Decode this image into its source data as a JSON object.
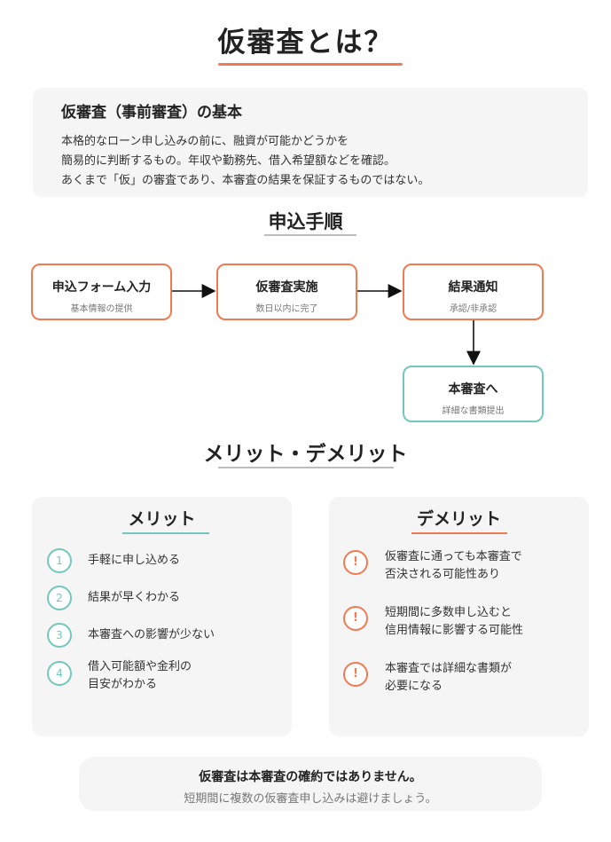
{
  "title": "仮審査とは？",
  "basics": {
    "heading": "仮審査（事前審査）の基本",
    "lines": [
      "本格的なローン申し込みの前に、融資が可能かどうかを",
      "簡易的に判断するもの。年収や勤務先、借入希望額などを確認。",
      "あくまで「仮」の審査であり、本審査の結果を保証するものではない。"
    ]
  },
  "procedure": {
    "heading": "申込手順",
    "steps": [
      {
        "label": "申込フォーム入力",
        "sub": "基本情報の提供"
      },
      {
        "label": "仮審査実施",
        "sub": "数日以内に完了"
      },
      {
        "label": "結果通知",
        "sub": "承認/非承認"
      },
      {
        "label": "本審査へ",
        "sub": "詳細な書類提出"
      }
    ]
  },
  "merits_section": {
    "heading": "メリット・デメリット",
    "merits": {
      "heading": "メリット",
      "items": [
        {
          "num": "1",
          "text": "手軽に申し込める"
        },
        {
          "num": "2",
          "text": "結果が早くわかる"
        },
        {
          "num": "3",
          "text": "本審査への影響が少ない"
        },
        {
          "num": "4",
          "text": "借入可能額や金利の\n目安がわかる"
        }
      ]
    },
    "demerits": {
      "heading": "デメリット",
      "items": [
        {
          "text": "仮審査に通っても本審査で\n否決される可能性あり"
        },
        {
          "text": "短期間に多数申し込むと\n信用情報に影響する可能性"
        },
        {
          "text": "本審査では詳細な書類が\n必要になる"
        }
      ]
    }
  },
  "note": {
    "main": "仮審査は本審査の確約ではありません。",
    "sub": "短期間に複数の仮審査申し込みは避けましょう。"
  },
  "colors": {
    "accent": "#f07a52",
    "teal": "#73c8bb",
    "panel": "#f5f5f5"
  }
}
